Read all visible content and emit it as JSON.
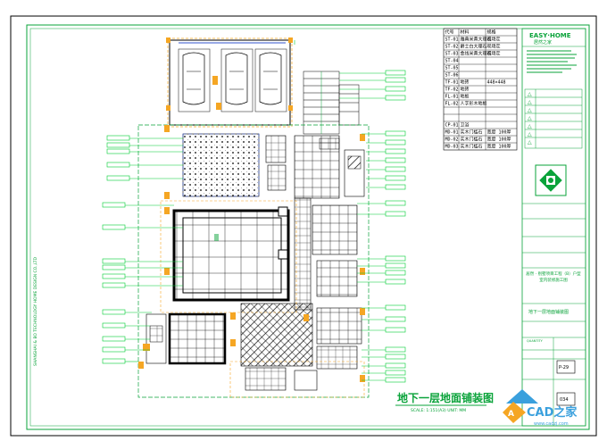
{
  "drawing": {
    "title": "地下一层地面铺装图",
    "scale": "SCALE: 1:151(A3)   UNIT: MM",
    "vertical_note": "SHANGHAI & BO TECHNOLOGY HOME DESIGN CO.,LTD"
  },
  "materials_table": {
    "headers": [
      "代号",
      "材料",
      "规格"
    ],
    "rows": [
      [
        "ST-01",
        "雅典米黄大理石",
        "现场定"
      ],
      [
        "ST-02",
        "爵士白大理石",
        "现场定"
      ],
      [
        "ST-03",
        "金线米黄大理石",
        "现场定"
      ],
      [
        "ST-04",
        "",
        ""
      ],
      [
        "ST-05",
        "",
        ""
      ],
      [
        "ST-06",
        "",
        ""
      ],
      [
        "TF-01",
        "地砖",
        "448×448"
      ],
      [
        "TF-02",
        "地砖",
        ""
      ],
      [
        "FL-01",
        "地板",
        ""
      ],
      [
        "FL-02",
        "人字形木地板",
        ""
      ],
      [
        "",
        "",
        ""
      ],
      [
        "",
        "",
        ""
      ],
      [
        "CP-01",
        "卫浴",
        ""
      ],
      [
        "MD-01",
        "实木门槛石",
        "宽度 100厚"
      ],
      [
        "MD-02",
        "实木门槛石",
        "宽度 100厚"
      ],
      [
        "MD-03",
        "实木门槛石",
        "宽度 100厚"
      ]
    ]
  },
  "title_block": {
    "brand": "EASY·HOME",
    "brand_sub": "居然之家",
    "project": "居然 · 别墅项目工程（B）户型 室内装修施工图",
    "drawing_name": "地下一层地面铺装图",
    "sheet_code": "P-29",
    "page_number": "034",
    "revision_marks": [
      "△",
      "△",
      "△",
      "△",
      "△",
      "△",
      "△"
    ],
    "label_quantity": "QUANTITY"
  },
  "watermark": {
    "text": "CAD之家",
    "url": "www.cadzj.com"
  },
  "colors": {
    "border": "#0aa33a",
    "wall": "#000000",
    "accent": "#3355cc",
    "leader": "#00cc33",
    "watermark": "#3aa0dd",
    "orange": "#f5a623"
  }
}
